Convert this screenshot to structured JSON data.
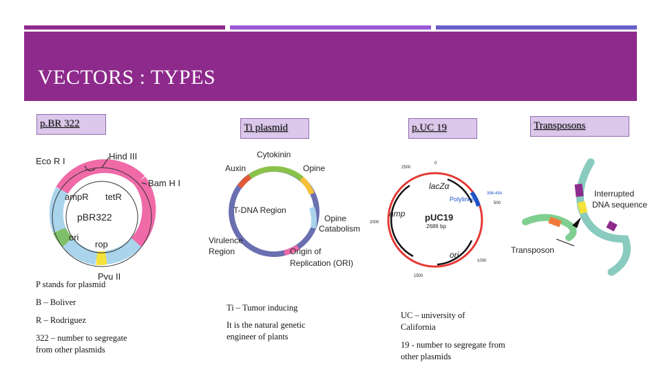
{
  "slide": {
    "title": "VECTORS : TYPES",
    "colors": {
      "header": "#8e2a8c",
      "bar1": "#8e2a8c",
      "bar2": "#9b59d6",
      "bar3": "#6a5fc8",
      "tag_bg": "#dcc8ea"
    }
  },
  "columns": [
    {
      "tag": "p.BR 322",
      "notes": [
        "P stands for plasmid",
        "B – Boliver",
        "R – Rodriguez",
        "322 – number to segregate from other plasmids"
      ]
    },
    {
      "tag": "Ti plasmid",
      "notes": [
        "Ti – Tumor inducing",
        "It is the natural genetic engineer of plants"
      ]
    },
    {
      "tag": "p.UC 19",
      "notes": [
        "UC – university of California",
        "19 - number to segregate from other plasmids"
      ]
    },
    {
      "tag": "Transposons",
      "notes": []
    }
  ],
  "diagrams": {
    "pbr322": {
      "center": "pBR322",
      "labels": [
        "Eco R I",
        "Hind III",
        "Bam H I",
        "ampR",
        "tetR",
        "ori",
        "rop",
        "Pvu II"
      ]
    },
    "ti": {
      "labels": [
        "Cytokinin",
        "Auxin",
        "Opine",
        "T-DNA Region",
        "Opine Catabolism",
        "Virulence Region",
        "Origin of Replication (ORI)"
      ]
    },
    "puc19": {
      "name": "pUC19",
      "size": "2686 bp",
      "labels": [
        "lacZα",
        "Polylinker",
        "396-454",
        "amp",
        "ori",
        "2500",
        "2000",
        "1500",
        "1000",
        "500",
        "0"
      ]
    },
    "transposon": {
      "labels": [
        "Interrupted DNA sequence",
        "Transposon"
      ]
    }
  }
}
